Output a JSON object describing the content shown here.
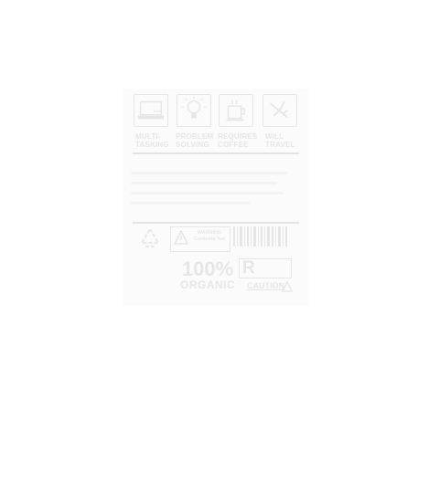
{
  "icons": [
    {
      "name": "laptop-icon",
      "label": "MULTI-\nTASKING"
    },
    {
      "name": "lightbulb-icon",
      "label": "PROBLEM\nSOLVING"
    },
    {
      "name": "coffee-cup-icon",
      "label": "REQUIRES\nCOFFEE"
    },
    {
      "name": "airplane-icon",
      "label": "WILL\nTRAVEL"
    }
  ],
  "icon_labels": {
    "multitasking": "MULTI- TASKING",
    "problem_solving": "PROBLEM SOLVING",
    "requires_coffee": "REQUIRES COFFEE",
    "will_travel": "WILL TRAVEL"
  },
  "bottom": {
    "warning_text": "WARNING Contents hot",
    "organic_pct": "100%",
    "organic_word": "ORGANIC",
    "r_mark": "R",
    "caution": "CAUTION"
  },
  "colors": {
    "ink": "#e6e6e6",
    "paper": "#fbfbfb",
    "page": "#ffffff"
  }
}
